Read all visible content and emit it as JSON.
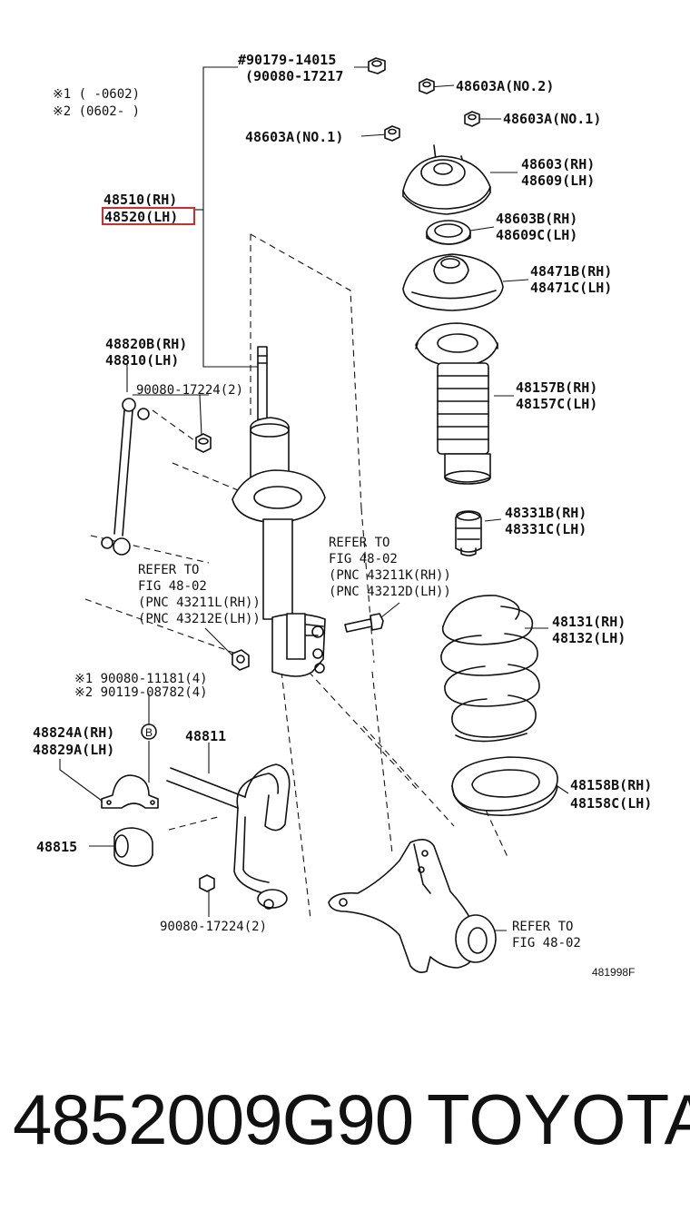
{
  "notes": {
    "note1": "※1  (    -0602)",
    "note2": "※2  (0602-     )"
  },
  "labels": {
    "nut_top_1": "#90179-14015",
    "nut_top_2": "(90080-17217",
    "mount_nut_2": "48603A(NO.2)",
    "mount_nut_1_right": "48603A(NO.1)",
    "mount_nut_1_left": "48603A(NO.1)",
    "mount_rh": "48603(RH)",
    "mount_lh": "48609(LH)",
    "strut_rh": "48510(RH)",
    "strut_lh": "48520(LH)",
    "bearing_rh": "48603B(RH)",
    "bearing_lh": "48609C(LH)",
    "seat_upper_rh": "48471B(RH)",
    "seat_upper_lh": "48471C(LH)",
    "link_rh": "48820B(RH)",
    "link_lh": "48810(LH)",
    "link_nut": "90080-17224(2)",
    "boot_rh": "48157B(RH)",
    "boot_lh": "48157C(LH)",
    "bumper_rh": "48331B(RH)",
    "bumper_lh": "48331C(LH)",
    "refer_right_1": "REFER TO",
    "refer_right_2": "FIG 48-02",
    "refer_right_3": "(PNC 43211K(RH))",
    "refer_right_4": "(PNC 43212D(LH))",
    "refer_left_1": "REFER TO",
    "refer_left_2": "FIG 48-02",
    "refer_left_3": "(PNC 43211L(RH))",
    "refer_left_4": "(PNC 43212E(LH))",
    "spring_rh": "48131(RH)",
    "spring_lh": "48132(LH)",
    "bolt_1": "※1 90080-11181(4)",
    "bolt_2": "※2 90119-08782(4)",
    "bolt_tag": "B",
    "bracket_rh": "48824A(RH)",
    "bracket_lh": "48829A(LH)",
    "stabilizer": "48811",
    "seat_lower_rh": "48158B(RH)",
    "seat_lower_lh": "48158C(LH)",
    "bushing": "48815",
    "stab_nut": "90080-17224(2)",
    "refer_bottom_1": "REFER TO",
    "refer_bottom_2": "FIG 48-02",
    "figure_id": "481998F"
  },
  "footer": {
    "part_number": "4852009G90",
    "brand": "TOYOTA"
  },
  "colors": {
    "highlight": "#d62a2a",
    "ink": "#111111"
  }
}
